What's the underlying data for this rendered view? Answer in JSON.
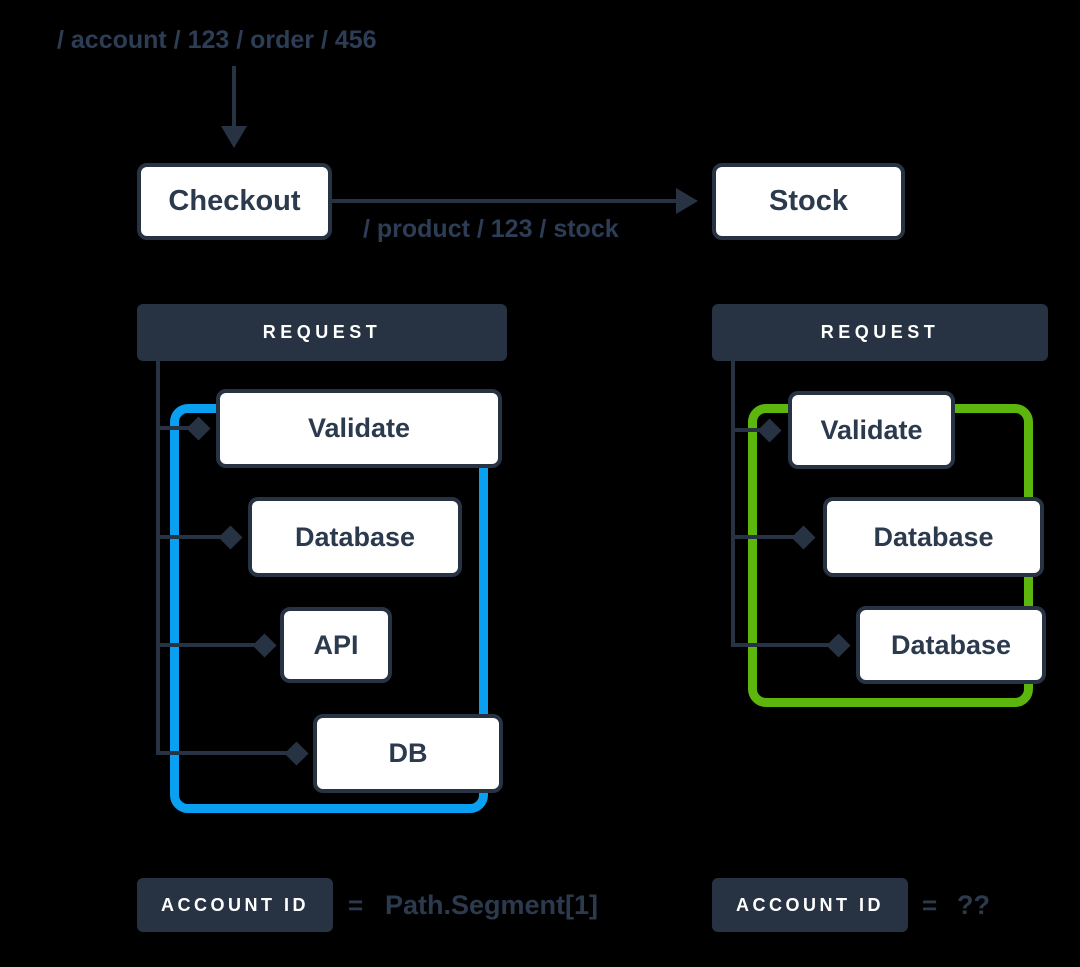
{
  "colors": {
    "background": "#000000",
    "slate": "#273343",
    "text": "#2c3a4e",
    "blue_highlight": "#0aa0f2",
    "green_highlight": "#5cb60e",
    "node_fill": "#ffffff"
  },
  "flow": {
    "incoming_path": "/ account / 123 / order / 456",
    "checkout_label": "Checkout",
    "stock_label": "Stock",
    "outgoing_path": "/ product / 123 / stock"
  },
  "left_trace": {
    "header": "REQUEST",
    "highlight": "#0aa0f2",
    "spans": [
      "Validate",
      "Database",
      "API",
      "DB"
    ],
    "result": {
      "badge": "ACCOUNT ID",
      "equals": "=",
      "value": "Path.Segment[1]"
    }
  },
  "right_trace": {
    "header": "REQUEST",
    "highlight": "#5cb60e",
    "spans": [
      "Validate",
      "Database",
      "Database"
    ],
    "result": {
      "badge": "ACCOUNT ID",
      "equals": "=",
      "value": "??"
    }
  }
}
